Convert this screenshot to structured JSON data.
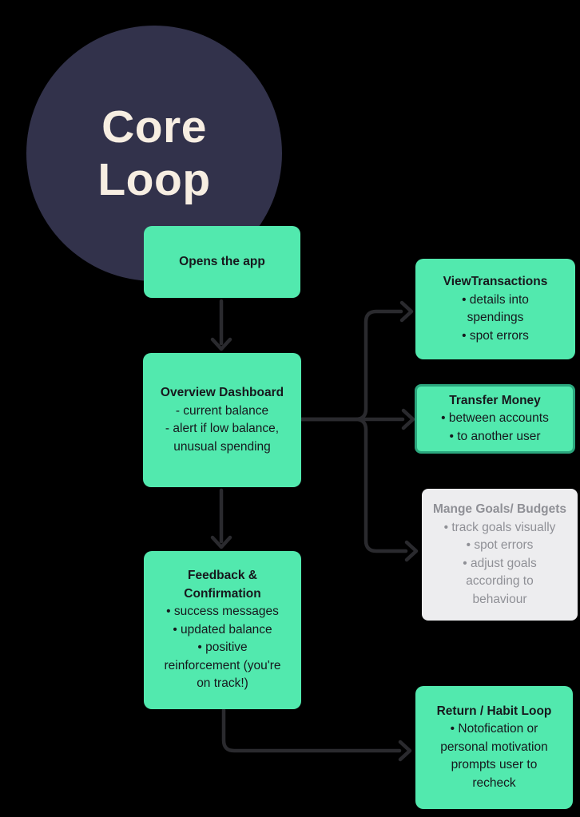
{
  "title": "Core Loop flow diagram",
  "colors": {
    "background": "#000000",
    "circle_fill": "#32324b",
    "circle_text": "#f7eee2",
    "node_green": "#52e9ae",
    "node_text": "#17181d",
    "transfer_border": "#2ba67d",
    "goals_fill": "#ededef",
    "goals_text": "#8f9096",
    "arrow_color": "#2a2a2e"
  },
  "circle": {
    "title_lines": [
      "Core",
      "Loop"
    ]
  },
  "boxes": {
    "opens_app": {
      "title_lines": [
        "Opens the app"
      ],
      "body_lines": []
    },
    "overview": {
      "title_lines": [
        "Overview Dashboard"
      ],
      "body_lines": [
        "- current balance",
        "- alert if low balance,",
        "unusual spending"
      ]
    },
    "feedback": {
      "title_lines": [
        "Feedback &",
        "Confirmation"
      ],
      "body_lines": [
        "• success messages",
        "• updated balance",
        "• positive",
        "reinforcement (you're",
        "on track!)"
      ]
    },
    "view_transactions": {
      "title_lines": [
        "ViewTransactions"
      ],
      "body_lines": [
        "• details into",
        "spendings",
        "• spot errors"
      ]
    },
    "transfer": {
      "title_lines": [
        "Transfer Money"
      ],
      "body_lines": [
        "• between accounts",
        "• to another user"
      ]
    },
    "goals": {
      "title_lines": [
        "Mange Goals/ Budgets"
      ],
      "body_lines": [
        "• track goals visually",
        "• spot errors",
        "• adjust goals",
        "according to",
        "behaviour"
      ]
    },
    "return_loop": {
      "title_lines": [
        "Return / Habit Loop"
      ],
      "body_lines": [
        "• Notofication or",
        "personal motivation",
        "prompts user to",
        "recheck"
      ]
    }
  }
}
